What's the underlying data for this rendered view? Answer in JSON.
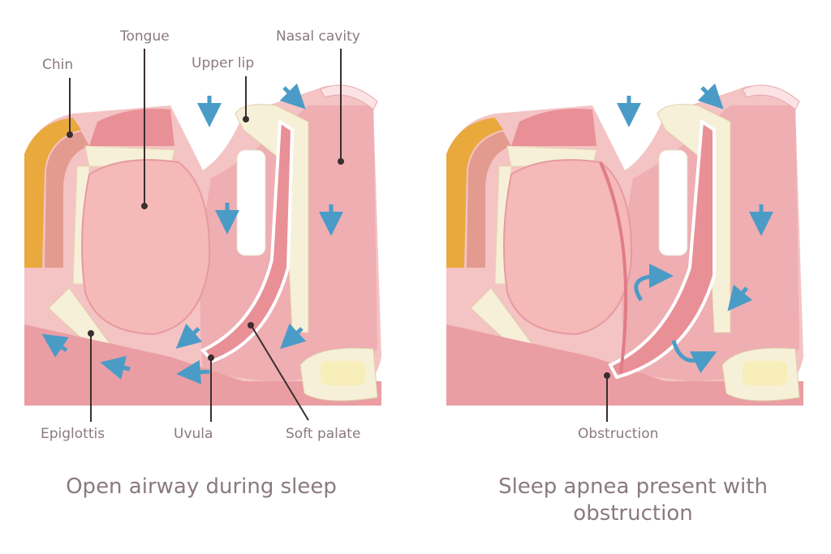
{
  "labels": {
    "chin": "Chin",
    "tongue": "Tongue",
    "upper_lip": "Upper lip",
    "nasal_cavity": "Nasal cavity",
    "epiglottis": "Epiglottis",
    "uvula": "Uvula",
    "soft_palate": "Soft palate",
    "obstruction": "Obstruction"
  },
  "captions": {
    "left": "Open airway during sleep",
    "right_line1": "Sleep apnea present with",
    "right_line2": "obstruction"
  },
  "colors": {
    "tissue": "#f2b7b9",
    "tongue": "#f5b9b8",
    "fat": "#e9a93d",
    "bone": "#f7f0d8",
    "arrow": "#4a9cc7",
    "label": "#8a7a7e",
    "leader": "#3a2e30"
  }
}
